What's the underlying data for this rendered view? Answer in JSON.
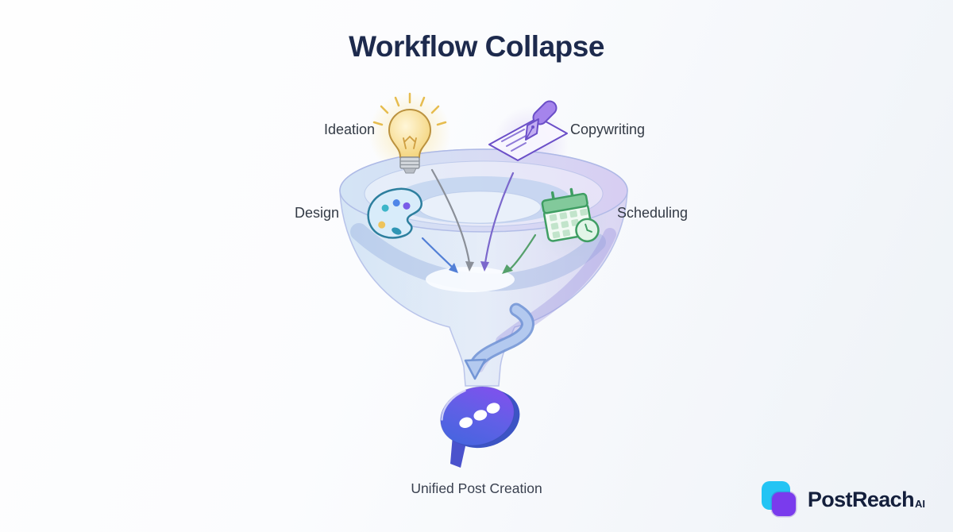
{
  "title": "Workflow Collapse",
  "stages": [
    {
      "id": "ideation",
      "label": "Ideation",
      "icon": "lightbulb-icon",
      "arrow_color": "#8a8f98"
    },
    {
      "id": "copywriting",
      "label": "Copywriting",
      "icon": "pen-icon",
      "arrow_color": "#7b68cc"
    },
    {
      "id": "design",
      "label": "Design",
      "icon": "palette-icon",
      "arrow_color": "#527fd6"
    },
    {
      "id": "scheduling",
      "label": "Scheduling",
      "icon": "calendar-icon",
      "arrow_color": "#55a06b"
    }
  ],
  "output": {
    "label": "Unified Post Creation",
    "icon": "chat-bubble-icon"
  },
  "brand": {
    "name": "PostReach",
    "suffix": "AI"
  },
  "colors": {
    "title_text": "#1d2a4d",
    "label_text": "#333a45",
    "funnel_blue": "#b8d4ee",
    "funnel_purple": "#c7bceb",
    "merge_arrow": "#7396d6",
    "bubble_blue": "#3e66dd",
    "bubble_purple": "#8a4cf0",
    "logo_cyan": "#24c4f4",
    "logo_purple": "#7a3bed"
  }
}
